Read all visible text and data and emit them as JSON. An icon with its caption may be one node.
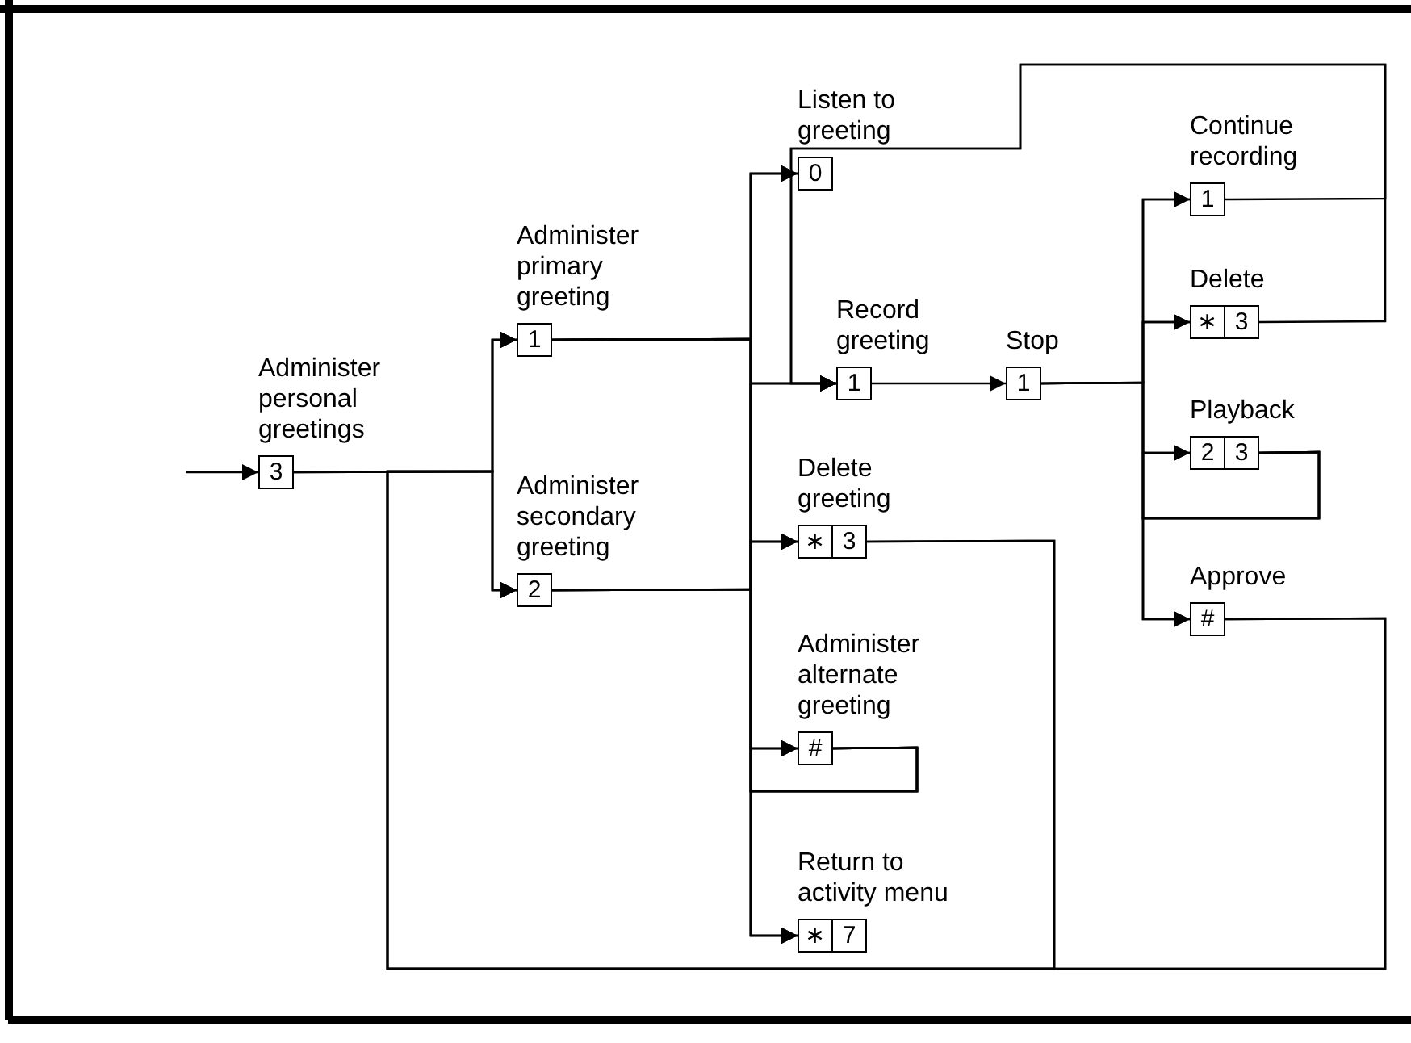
{
  "diagram": {
    "nodes": [
      {
        "text": [
          "3"
        ],
        "beside": [
          "Administer personal greetings"
        ]
      },
      {
        "text": [
          "1"
        ],
        "beside": [
          "Administer primary greeting"
        ]
      },
      {
        "text": [
          "2"
        ],
        "beside": [
          "Administer secondary greeting"
        ]
      },
      {
        "text": [
          "0"
        ],
        "beside": [
          "Listen to greeting"
        ]
      },
      {
        "text": [
          "1"
        ],
        "beside": [
          "Record greeting"
        ]
      },
      {
        "text": [
          "1"
        ],
        "beside": [
          "Stop"
        ]
      },
      {
        "text": [
          "1"
        ],
        "beside": [
          "Continue recording"
        ]
      },
      {
        "text": [
          "∗",
          "3"
        ],
        "beside": [
          "Delete"
        ]
      },
      {
        "text": [
          "2",
          "3"
        ],
        "beside": [
          "Playback"
        ]
      },
      {
        "text": [
          "#"
        ],
        "beside": [
          "Approve"
        ]
      },
      {
        "text": [
          "∗",
          "3"
        ],
        "beside": [
          "Delete greeting"
        ]
      },
      {
        "text": [
          "#"
        ],
        "beside": [
          "Administer alternate greeting"
        ]
      },
      {
        "text": [
          "∗",
          "7"
        ],
        "beside": [
          "Return to activity menu"
        ]
      }
    ],
    "edges": [
      {
        "from": null,
        "to": 0,
        "arrow": "to"
      },
      {
        "from": 0,
        "to": 1,
        "arrow": "to"
      },
      {
        "from": 0,
        "to": 2,
        "arrow": "to"
      },
      {
        "from": 1,
        "to": 3,
        "arrow": "to"
      },
      {
        "from": 1,
        "to": 4,
        "arrow": "to"
      },
      {
        "from": 1,
        "to": 10,
        "arrow": "to"
      },
      {
        "from": 1,
        "to": 11,
        "arrow": "to"
      },
      {
        "from": 1,
        "to": 12,
        "arrow": "to"
      },
      {
        "from": 2,
        "to": 3,
        "arrow": "to"
      },
      {
        "from": 2,
        "to": 4,
        "arrow": "to"
      },
      {
        "from": 2,
        "to": 10,
        "arrow": "to"
      },
      {
        "from": 2,
        "to": 11,
        "arrow": "to"
      },
      {
        "from": 2,
        "to": 12,
        "arrow": "to"
      },
      {
        "from": 4,
        "to": 5,
        "arrow": "to"
      },
      {
        "from": 5,
        "to": 6,
        "arrow": "to"
      },
      {
        "from": 5,
        "to": 7,
        "arrow": "to"
      },
      {
        "from": 5,
        "to": 8,
        "arrow": "to"
      },
      {
        "from": 5,
        "to": 9,
        "arrow": "to"
      },
      {
        "from": 6,
        "to": 4,
        "arrow": "to"
      },
      {
        "from": 7,
        "to": 4,
        "arrow": "to"
      },
      {
        "from": 8,
        "to": 6,
        "arrow": "to"
      },
      {
        "from": 8,
        "to": 7,
        "arrow": "to"
      },
      {
        "from": 8,
        "to": 8,
        "arrow": "to"
      },
      {
        "from": 8,
        "to": 9,
        "arrow": "to"
      },
      {
        "from": 9,
        "to": 1,
        "arrow": "to"
      },
      {
        "from": 9,
        "to": 2,
        "arrow": "to"
      },
      {
        "from": 10,
        "to": 1,
        "arrow": "to"
      },
      {
        "from": 10,
        "to": 2,
        "arrow": "to"
      },
      {
        "from": 11,
        "to": 3,
        "arrow": "to"
      },
      {
        "from": 11,
        "to": 4,
        "arrow": "to"
      },
      {
        "from": 11,
        "to": 10,
        "arrow": "to"
      },
      {
        "from": 11,
        "to": 11,
        "arrow": "to"
      },
      {
        "from": 11,
        "to": 12,
        "arrow": "to"
      }
    ]
  }
}
